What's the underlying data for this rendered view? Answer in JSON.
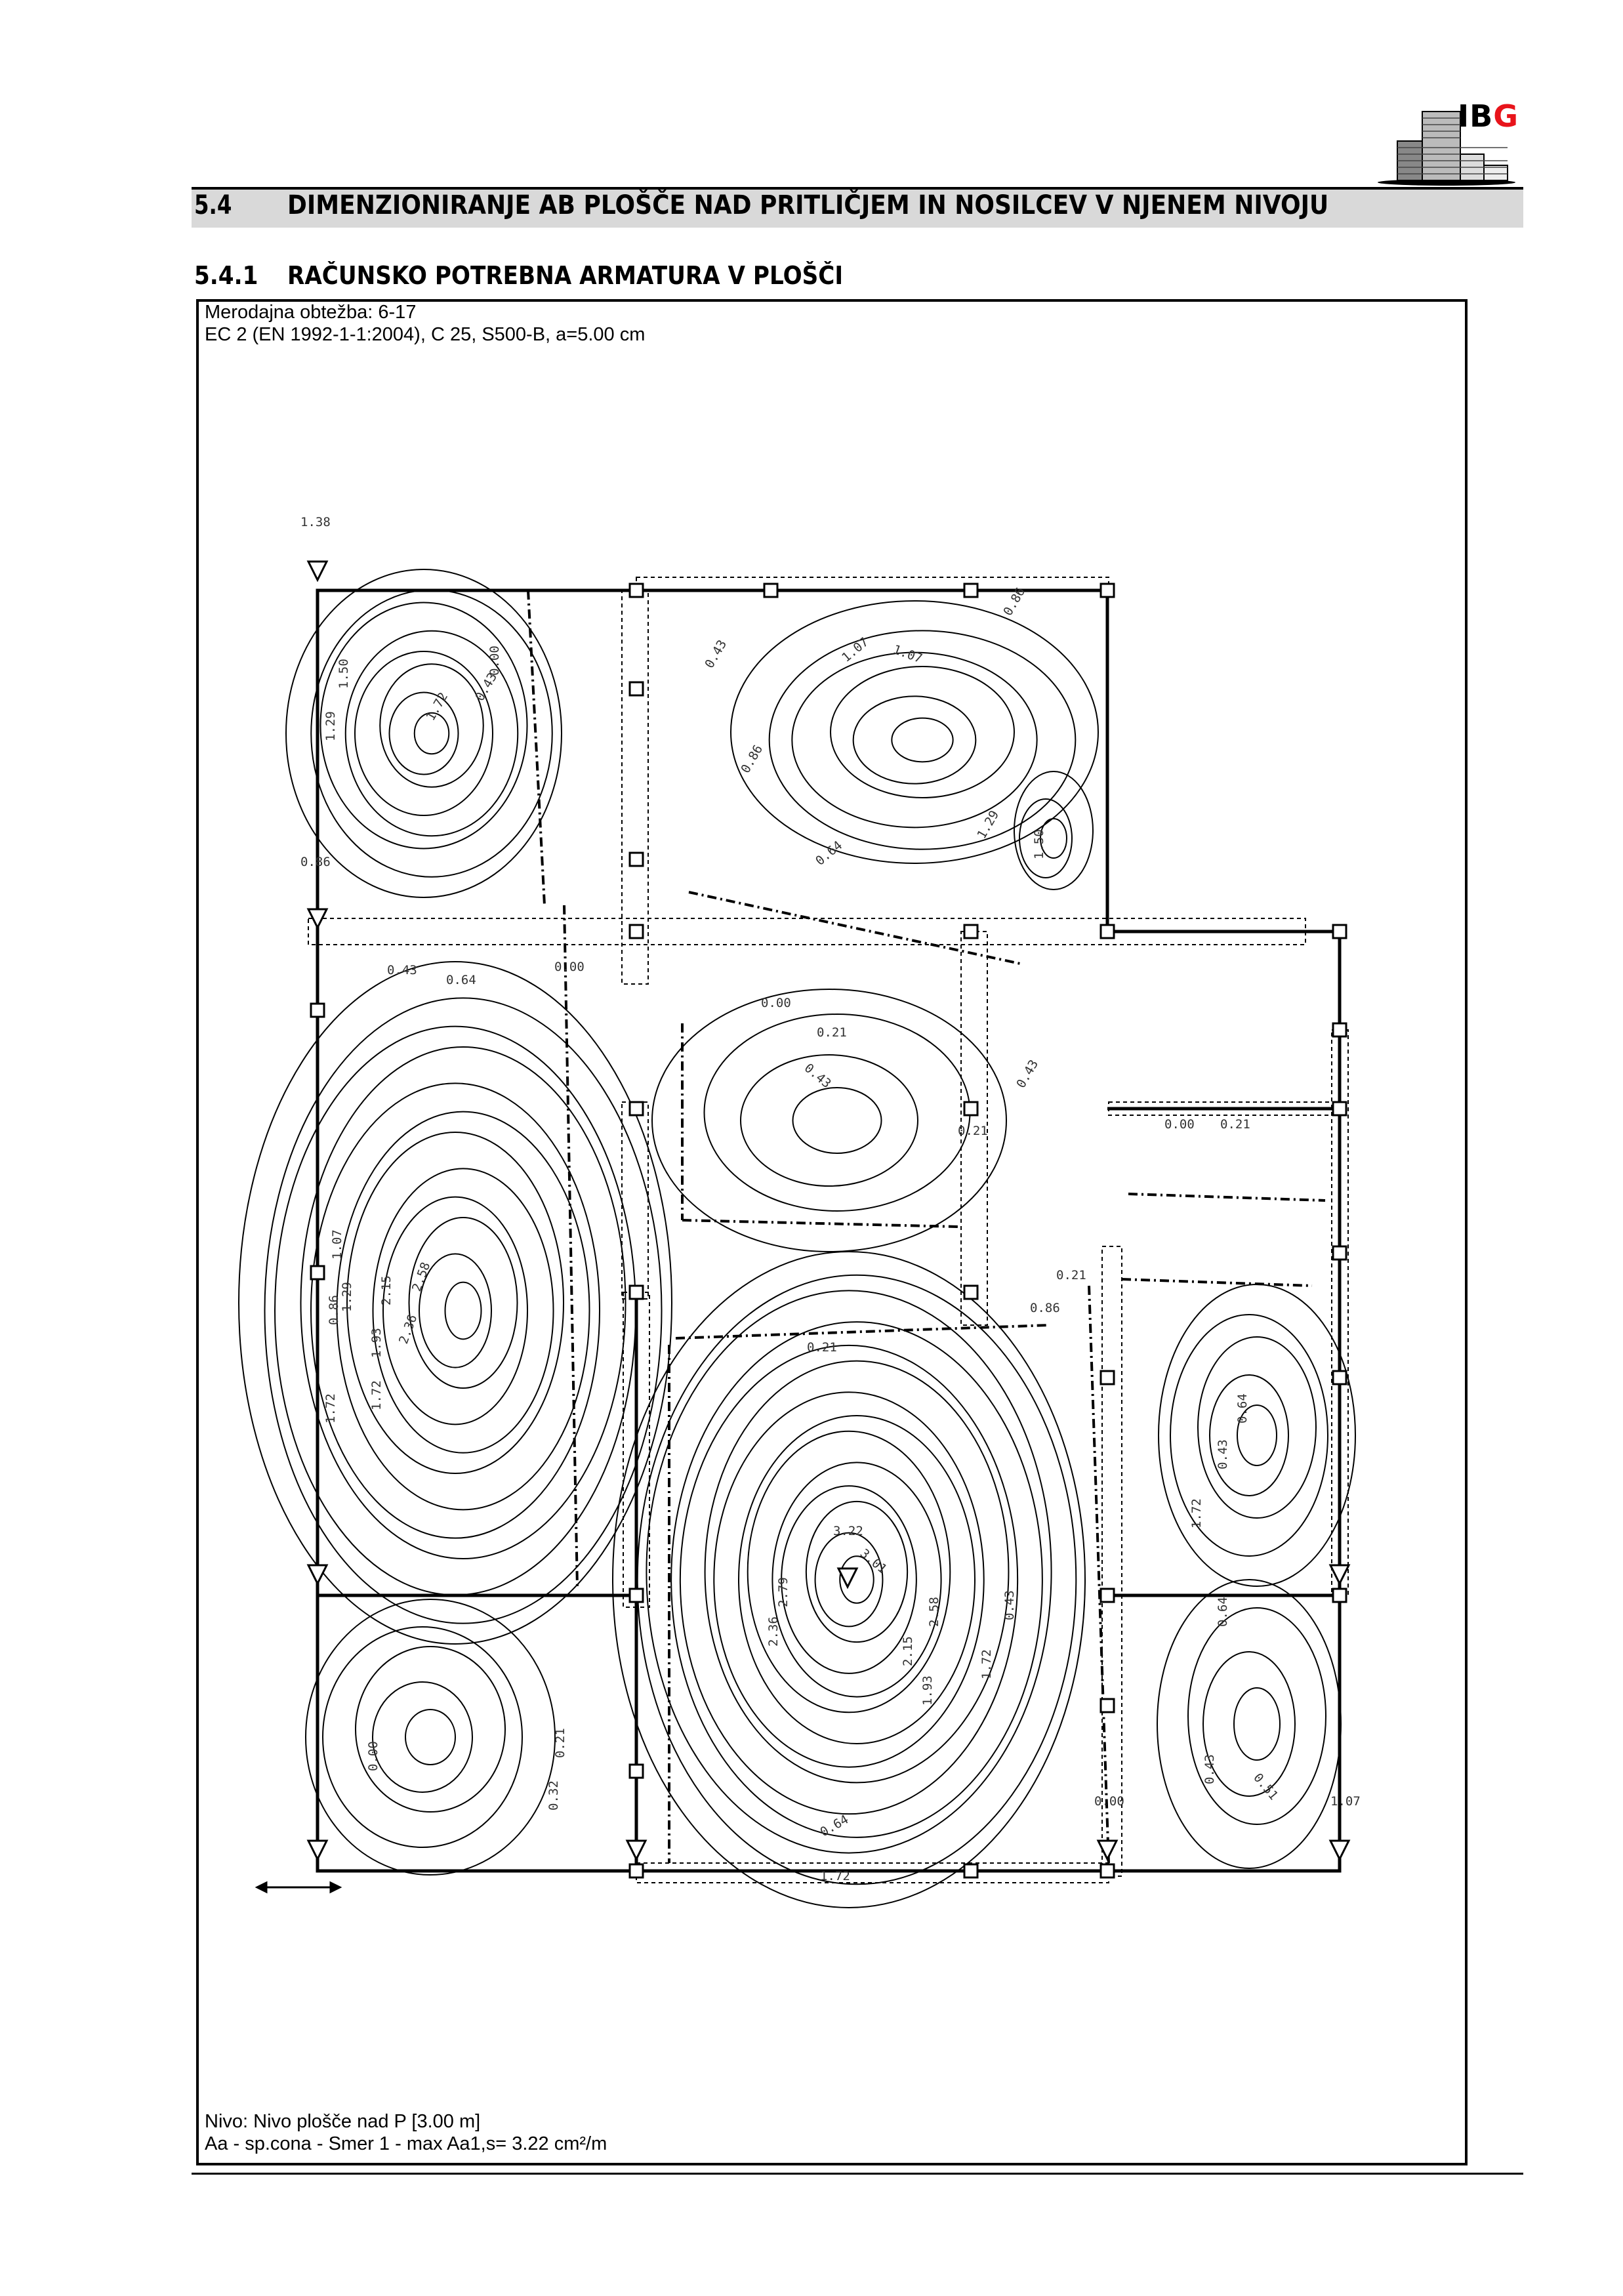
{
  "logo": {
    "text_main": "IB",
    "text_accent": "G",
    "accent_color": "#e8141b"
  },
  "section": {
    "number": "5.4",
    "title": "DIMENZIONIRANJE AB PLOŠČE NAD PRITLIČJEM IN NOSILCEV V NJENEM NIVOJU"
  },
  "subsection": {
    "number": "5.4.1",
    "title": "RAČUNSKO POTREBNA ARMATURA V PLOŠČI"
  },
  "drawing": {
    "header_line1": "Merodajna obtežba: 6-17",
    "header_line2": "EC 2 (EN 1992-1-1:2004), C 25, S500-B, a=5.00 cm",
    "footer_line1": "Nivo: Nivo plošče nad P [3.00 m]",
    "footer_line2": "Aa - sp.cona - Smer 1 - max Aa1,s= 3.22 cm²/m",
    "contour_labels": [
      "1.38",
      "1.50",
      "1.29",
      "1.72",
      "0.86",
      "0.43",
      "0.00",
      "1.07",
      "0.43",
      "0.86",
      "1.07",
      "0.86",
      "1.29",
      "1.50",
      "0.64",
      "0.43",
      "0.64",
      "0.00",
      "0.00",
      "0.21",
      "0.43",
      "0.43",
      "0.21",
      "0.00",
      "0.21",
      "1.07",
      "0.86",
      "1.29",
      "1.72",
      "1.93",
      "2.15",
      "2.36",
      "2.58",
      "1.72",
      "0.21",
      "3.22",
      "3.01",
      "2.79",
      "2.36",
      "2.58",
      "2.15",
      "1.93",
      "1.72",
      "0.43",
      "0.21",
      "0.86",
      "0.64",
      "0.43",
      "1.72",
      "0.00",
      "0.21",
      "0.32",
      "0.00",
      "0.43",
      "0.64",
      "0.51",
      "1.07",
      "0.64",
      "1.72"
    ]
  }
}
